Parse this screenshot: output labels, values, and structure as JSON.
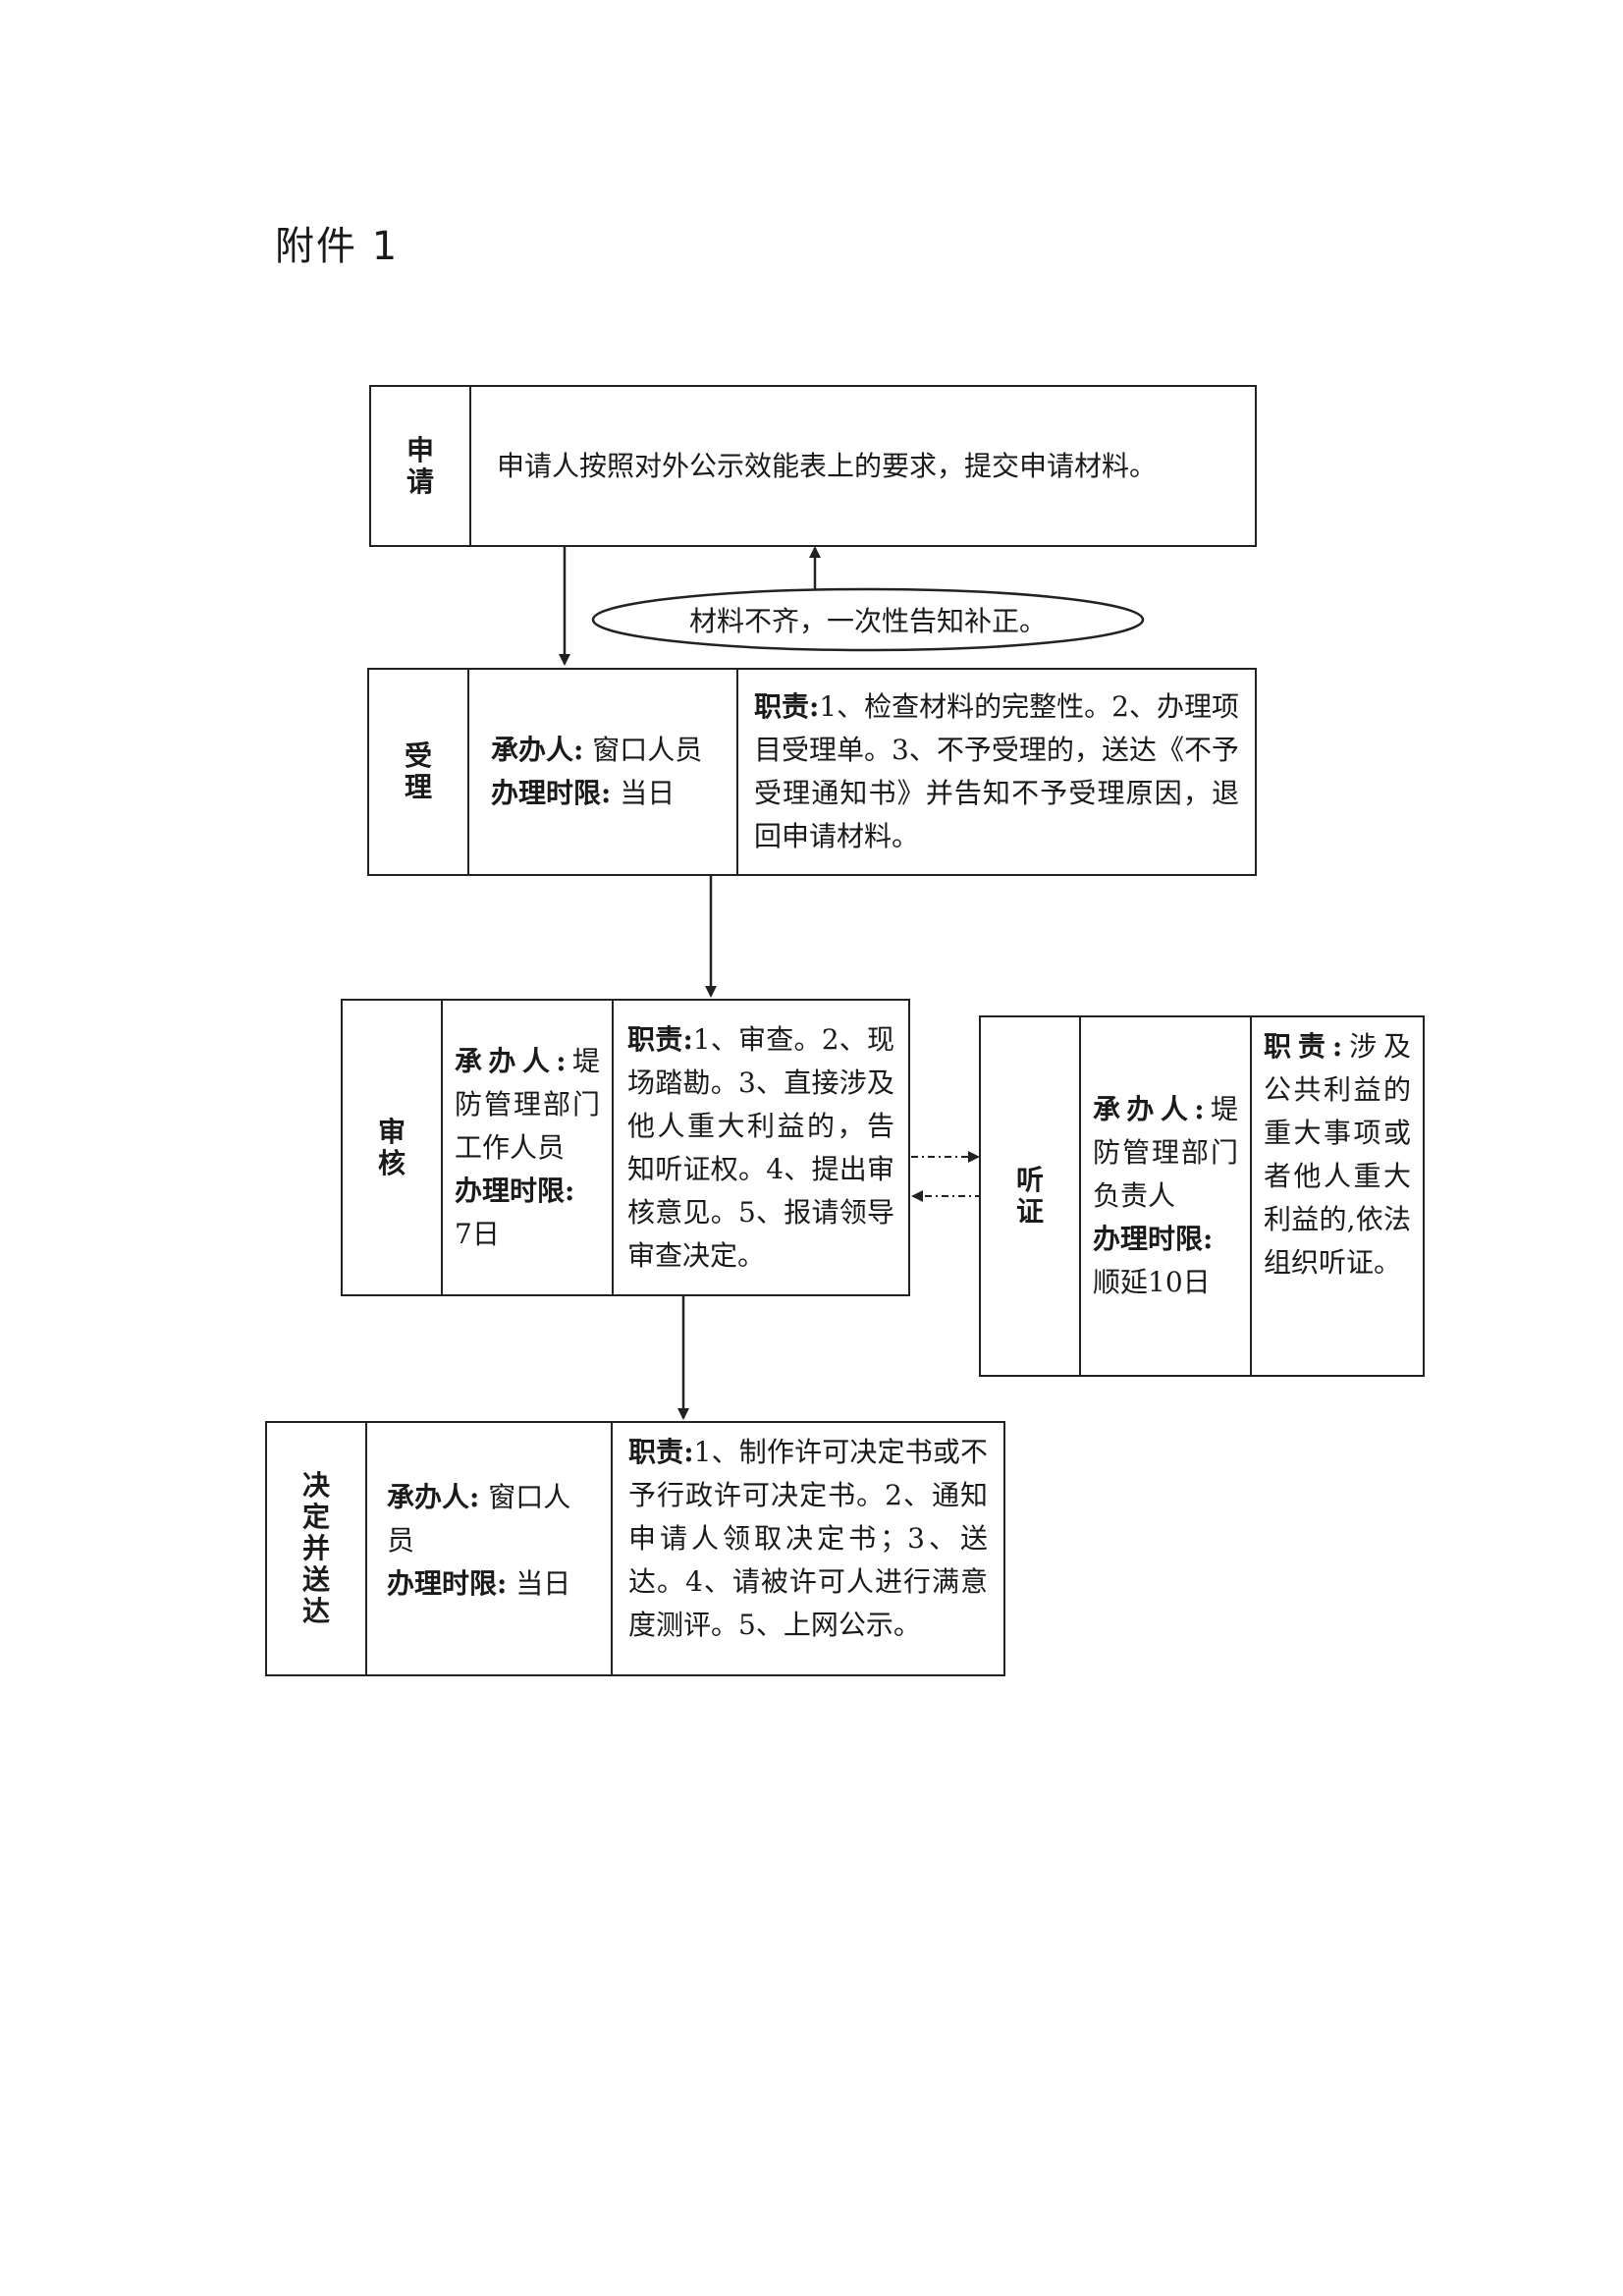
{
  "attachment_label": "附件 1",
  "steps": {
    "apply": {
      "title_chars": [
        "申",
        "请"
      ],
      "text": "申请人按照对外公示效能表上的要求，提交申请材料。"
    },
    "notice": {
      "text": "材料不齐，一次性告知补正。"
    },
    "accept": {
      "title_chars": [
        "受",
        "理"
      ],
      "handler_label": "承办人:",
      "handler": "窗口人员",
      "limit_label": "办理时限:",
      "limit": "当日",
      "duty_label": "职责:",
      "duty": "1、检查材料的完整性。2、办理项目受理单。3、不予受理的，送达《不予受理通知书》并告知不予受理原因，退回申请材料。"
    },
    "review": {
      "title_chars": [
        "审",
        "核"
      ],
      "handler_label": "承办人:",
      "handler": "堤防管理部门工作人员",
      "limit_label": "办理时限:",
      "limit": "7日",
      "duty_label": "职责:",
      "duty": "1、审查。2、现场踏勘。3、直接涉及他人重大利益的，告知听证权。4、提出审核意见。5、报请领导审查决定。"
    },
    "hearing": {
      "title_chars": [
        "听",
        "证"
      ],
      "handler_label": "承办人:",
      "handler": "堤防管理部门负责人",
      "limit_label": "办理时限:",
      "limit": "顺延10日",
      "duty_label": "职责:",
      "duty": "涉及公共利益的重大事项或者他人重大利益的,依法组织听证。"
    },
    "decide": {
      "title_chars": [
        "决",
        "定",
        "并",
        "送",
        "达"
      ],
      "handler_label": "承办人:",
      "handler": "窗口人员",
      "limit_label": "办理时限:",
      "limit": "当日",
      "duty_label": "职责:",
      "duty": "1、制作许可决定书或不予行政许可决定书。2、通知申请人领取决定书；3、送达。4、请被许可人进行满意度测评。5、上网公示。"
    }
  }
}
